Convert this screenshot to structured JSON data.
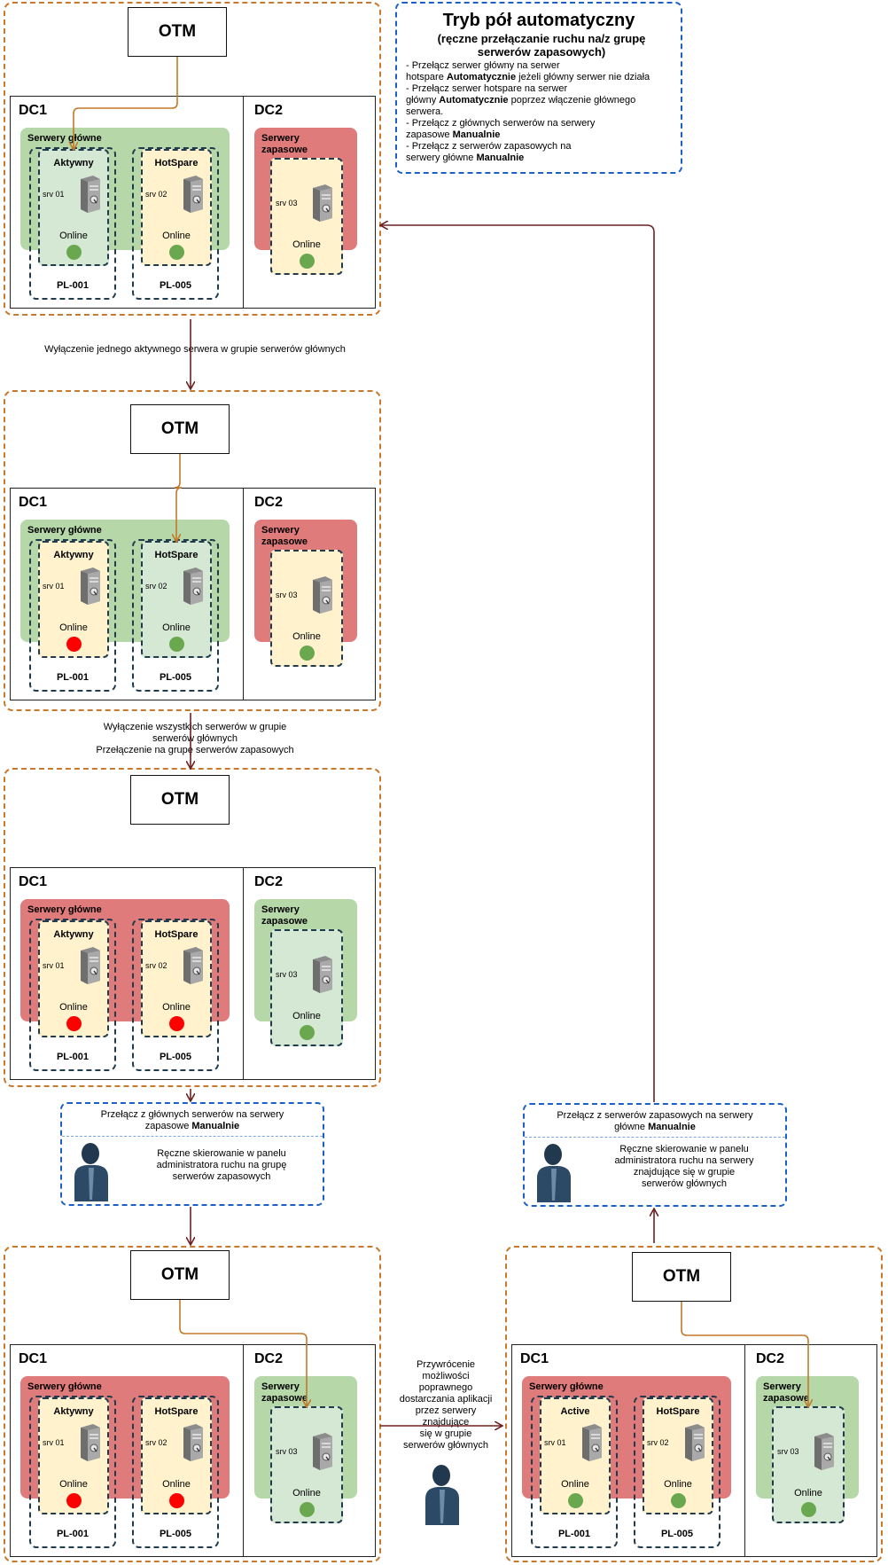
{
  "info": {
    "title": "Tryb pół automatyczny",
    "subtitle": "(ręczne przełączanie ruchu na/z grupę serwerów zapasowych)",
    "lines": [
      {
        "a": "- Przełącz serwer główny na serwer",
        "b": "",
        "c": ""
      },
      {
        "a": "hotspare ",
        "b": "Automatycznie",
        "c": " jeżeli główny serwer nie działa"
      },
      {
        "a": "- Przełącz serwer hotspare na serwer",
        "b": "",
        "c": ""
      },
      {
        "a": "główny ",
        "b": "Automatycznie",
        "c": " poprzez włączenie głównego"
      },
      {
        "a": "serwera.",
        "b": "",
        "c": ""
      },
      {
        "a": "- Przełącz z głównych serwerów na serwery",
        "b": "",
        "c": ""
      },
      {
        "a": "zapasowe ",
        "b": "Manualnie",
        "c": ""
      },
      {
        "a": "- Przełącz z  serwerów zapasowych na",
        "b": "",
        "c": ""
      },
      {
        "a": "serwery główne ",
        "b": "Manualnie",
        "c": ""
      }
    ]
  },
  "labels": {
    "otm": "OTM",
    "dc1": "DC1",
    "dc2": "DC2",
    "main_group": "Serwery główne",
    "backup_group": "Serwery zapasowe",
    "active": "Aktywny",
    "active_en": "Active",
    "hotspare": "HotSpare",
    "online": "Online",
    "srv01": "srv 01",
    "srv02": "srv 02",
    "srv03": "srv 03",
    "pl001": "PL-001",
    "pl005": "PL-005"
  },
  "transitions": {
    "t1": "Wyłączenie jednego aktywnego serwera w grupie serwerów głównych",
    "t2_l1": "Wyłączenie wszystkich serwerów w grupie",
    "t2_l2": "serwerów głównych",
    "t2_l3": "Przełączenie na grupę serwerów zapasowych",
    "t3_l1": "Przywrócenie",
    "t3_l2": "możliwości",
    "t3_l3": "poprawnego",
    "t3_l4": "dostarczania aplikacji",
    "t3_l5": "przez serwery",
    "t3_l6": "znajdujące",
    "t3_l7": "się w grupie",
    "t3_l8": "serwerów głównych"
  },
  "manual_left": {
    "l1": "Przełącz z głównych serwerów na serwery",
    "l2a": "zapasowe ",
    "l2b": "Manualnie",
    "d1": "Ręczne skierowanie w panelu",
    "d2": "administratora ruchu na grupę",
    "d3": "serwerów zapasowych"
  },
  "manual_right": {
    "l1": "Przełącz z  serwerów zapasowych na serwery",
    "l2a": "główne  ",
    "l2b": "Manualnie",
    "d1": "Ręczne skierowanie w panelu",
    "d2": "administratora ruchu na serwery",
    "d3": "znajdujące się w grupie",
    "d4": "serwerów głównych"
  },
  "status": {
    "s1": {
      "main": "green",
      "backup": "red",
      "srv01": "green",
      "srv02": "green",
      "srv03": "green"
    },
    "s2": {
      "main": "green",
      "backup": "red",
      "srv01": "red",
      "srv02": "green",
      "srv03": "green"
    },
    "s3": {
      "main": "red",
      "backup": "green",
      "srv01": "red",
      "srv02": "red",
      "srv03": "green"
    },
    "s4": {
      "main": "red",
      "backup": "green",
      "srv01": "red",
      "srv02": "red",
      "srv03": "green"
    },
    "s5": {
      "main": "red",
      "backup": "green",
      "srv01": "green",
      "srv02": "green",
      "srv03": "green"
    }
  },
  "colors": {
    "scenario_border": "#c77a2e",
    "flow_arrow": "#6b2121",
    "otm_arrow": "#c27a2a",
    "online_green": "#6aa84f",
    "offline_red": "#ff0000",
    "group_green": "#b6d7a8",
    "group_red": "#e07b7b",
    "info_border": "#1c5fc7"
  }
}
